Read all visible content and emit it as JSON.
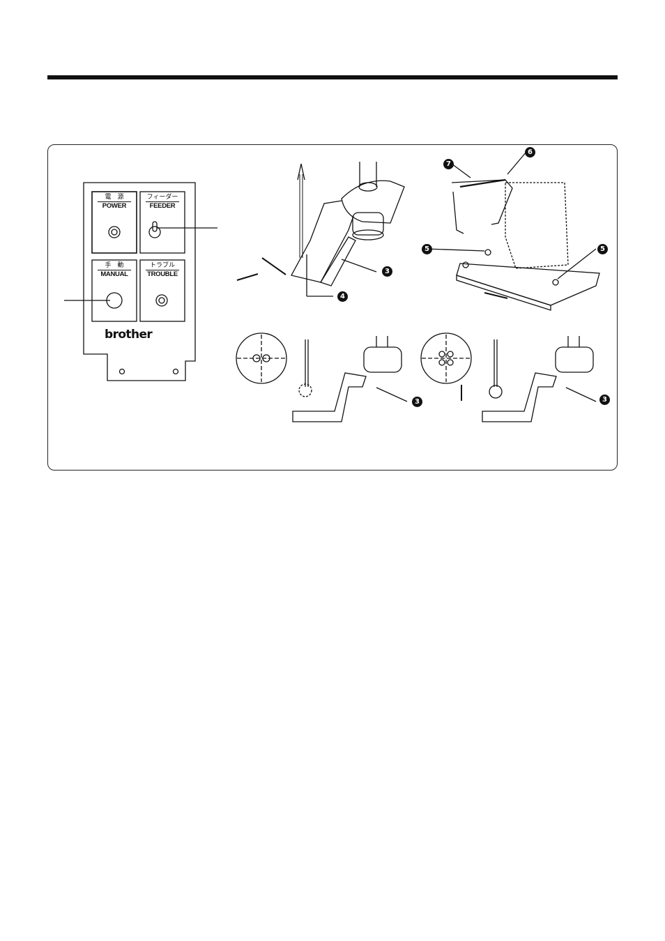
{
  "control_panel": {
    "power": {
      "label_jp": "電　源",
      "label_en": "POWER"
    },
    "feeder": {
      "label_jp": "フィーダー",
      "label_en": "FEEDER"
    },
    "manual": {
      "label_jp": "手　動",
      "label_en": "MANUAL"
    },
    "trouble": {
      "label_jp": "トラブル",
      "label_en": "TROUBLE"
    },
    "brand": "brother"
  },
  "callouts": {
    "c3a": "3",
    "c4": "4",
    "c5a": "5",
    "c5b": "5",
    "c6": "6",
    "c7": "7",
    "c3b": "3",
    "c3c": "3"
  }
}
